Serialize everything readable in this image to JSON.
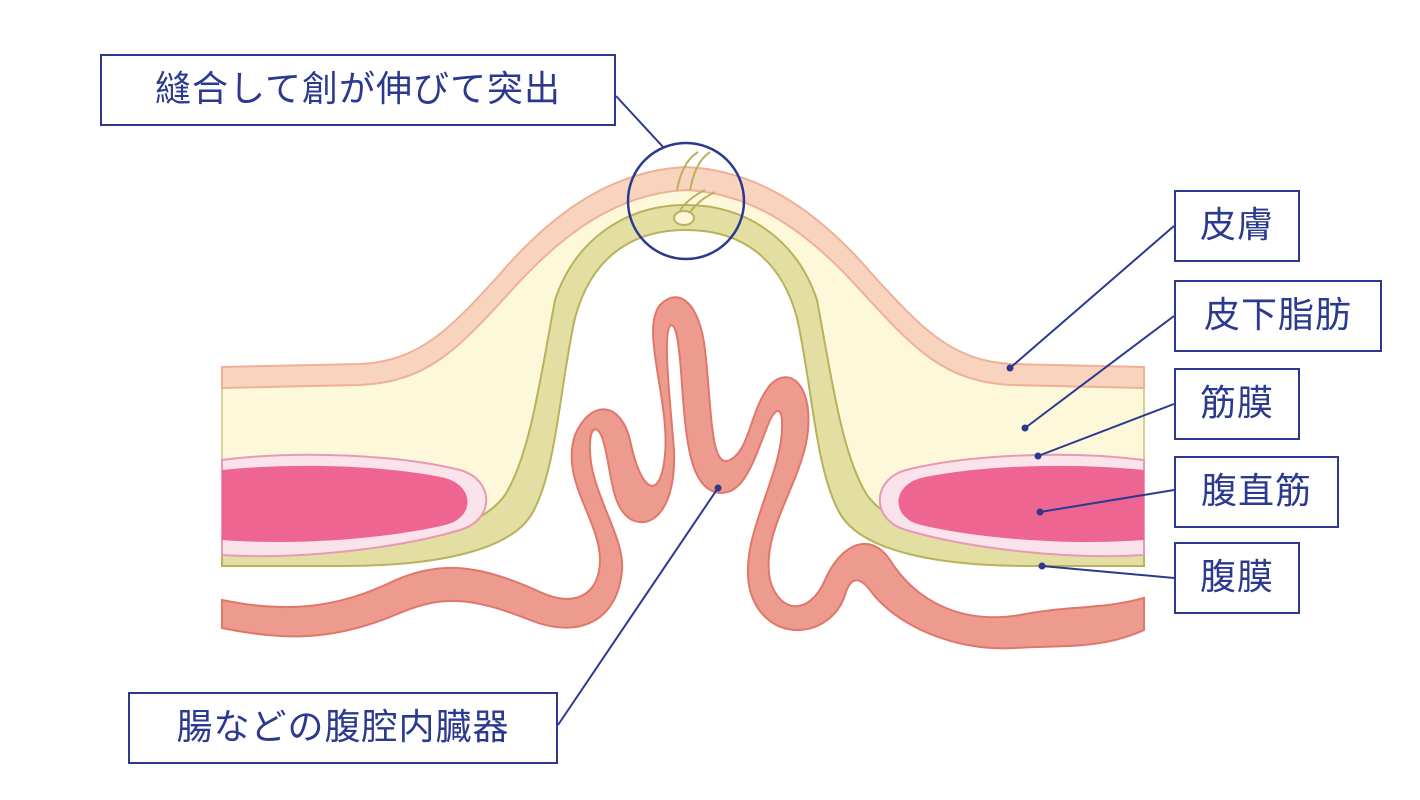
{
  "labels": {
    "suture": "縫合して創が伸びて突出",
    "skin": "皮膚",
    "subcutaneous_fat": "皮下脂肪",
    "fascia": "筋膜",
    "rectus_abdominis": "腹直筋",
    "peritoneum": "腹膜",
    "organs": "腸などの腹腔内臓器"
  },
  "colors": {
    "skin_fill": "#f8d4be",
    "skin_stroke": "#eeb197",
    "fat_fill": "#fdf8d9",
    "fascia_fill": "#e3dfa2",
    "fascia_stroke": "#b8b25c",
    "muscle_outer": "#fbe3ec",
    "muscle_outer_stroke": "#e89ab4",
    "muscle_inner": "#ef6592",
    "intestine_fill": "#ee9b8f",
    "intestine_stroke": "#e0776a",
    "leader_line": "#2b3a8f"
  }
}
